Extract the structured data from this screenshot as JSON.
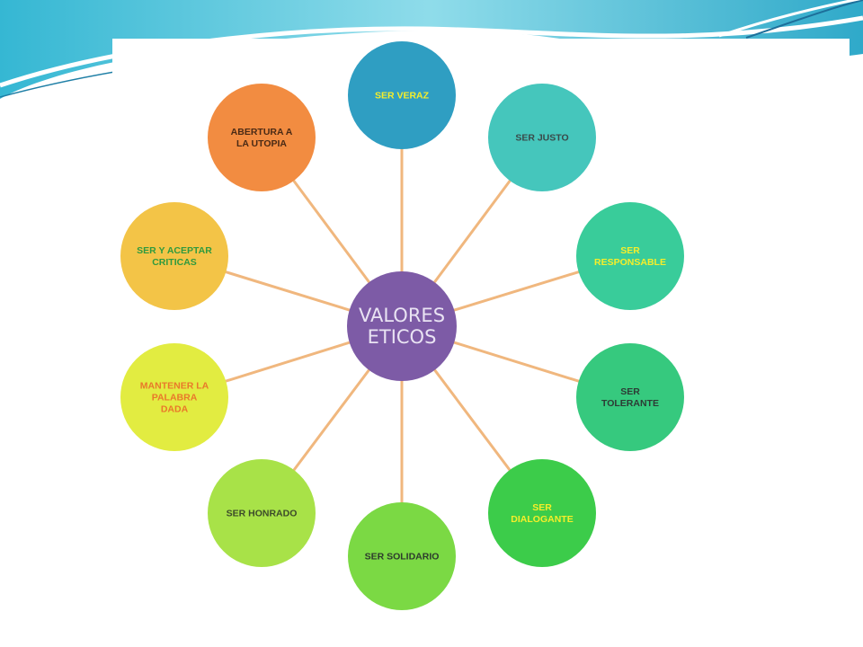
{
  "diagram": {
    "center": {
      "label_lines": [
        "VALORES",
        "ETICOS"
      ],
      "color": "#7d5ba6"
    },
    "connector_color": "#f0b77e",
    "nodes": [
      {
        "id": "ser-veraz",
        "label_lines": [
          "SER VERAZ"
        ],
        "fill": "#2f9ec2",
        "text_color": "#f6ee2a"
      },
      {
        "id": "ser-justo",
        "label_lines": [
          "SER  JUSTO"
        ],
        "fill": "#45c6bc",
        "text_color": "#3a4a4a"
      },
      {
        "id": "ser-responsable",
        "label_lines": [
          "SER",
          "RESPONSABLE"
        ],
        "fill": "#39cc9a",
        "text_color": "#f6ee2a"
      },
      {
        "id": "ser-tolerante",
        "label_lines": [
          "SER",
          "TOLERANTE"
        ],
        "fill": "#36c97e",
        "text_color": "#2d3b35"
      },
      {
        "id": "ser-dialogante",
        "label_lines": [
          "SER",
          "DIALOGANTE"
        ],
        "fill": "#3ccc4a",
        "text_color": "#f6ee2a"
      },
      {
        "id": "ser-solidario",
        "label_lines": [
          "SER SOLIDARIO"
        ],
        "fill": "#7bd944",
        "text_color": "#2d3b2d"
      },
      {
        "id": "ser-honrado",
        "label_lines": [
          "SER HONRADO"
        ],
        "fill": "#a8e248",
        "text_color": "#3c4a2a"
      },
      {
        "id": "mantener-la-palabra-dada",
        "label_lines": [
          "MANTENER LA",
          "PALABRA",
          "DADA"
        ],
        "fill": "#e2ec41",
        "text_color": "#e9782a"
      },
      {
        "id": "ser-y-aceptar-criticas",
        "label_lines": [
          "SER Y ACEPTAR",
          "CRITICAS"
        ],
        "fill": "#f3c447",
        "text_color": "#2f9a3e"
      },
      {
        "id": "abertura-a-la-utopia",
        "label_lines": [
          "ABERTURA  A",
          "LA UTOPIA"
        ],
        "fill": "#f28c41",
        "text_color": "#4a2a15"
      }
    ]
  }
}
